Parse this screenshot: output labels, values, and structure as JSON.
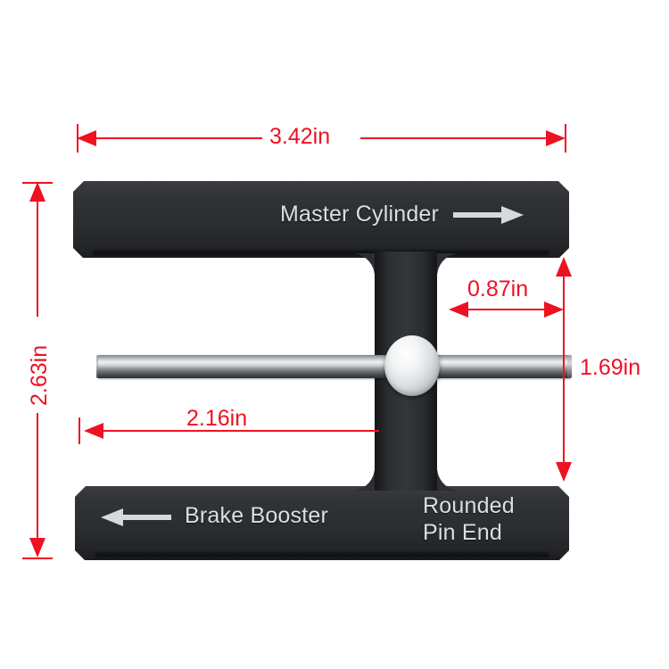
{
  "product": {
    "type": "brake-pushrod-measuring-tool",
    "body_color": "#2c2e31",
    "rod_color": "#c9ccce",
    "knob_color": "#e8eaec",
    "engraved_labels": {
      "master_cylinder": "Master Cylinder",
      "brake_booster": "Brake Booster",
      "rounded_pin_end_line1": "Rounded",
      "rounded_pin_end_line2": "Pin End"
    },
    "arrows": {
      "master_cylinder_direction": "right",
      "brake_booster_direction": "left"
    }
  },
  "dimensions": {
    "accent_color": "#ee1122",
    "unit": "in",
    "items": [
      {
        "id": "overall-width",
        "label": "3.42in",
        "orientation": "horizontal",
        "position": "top"
      },
      {
        "id": "overall-height",
        "label": "2.63in",
        "orientation": "vertical",
        "position": "left"
      },
      {
        "id": "slot-width",
        "label": "0.87in",
        "orientation": "horizontal",
        "position": "upper-right"
      },
      {
        "id": "inner-height",
        "label": "1.69in",
        "orientation": "vertical",
        "position": "right"
      },
      {
        "id": "rod-offset",
        "label": "2.16in",
        "orientation": "horizontal",
        "position": "lower-left"
      }
    ]
  }
}
